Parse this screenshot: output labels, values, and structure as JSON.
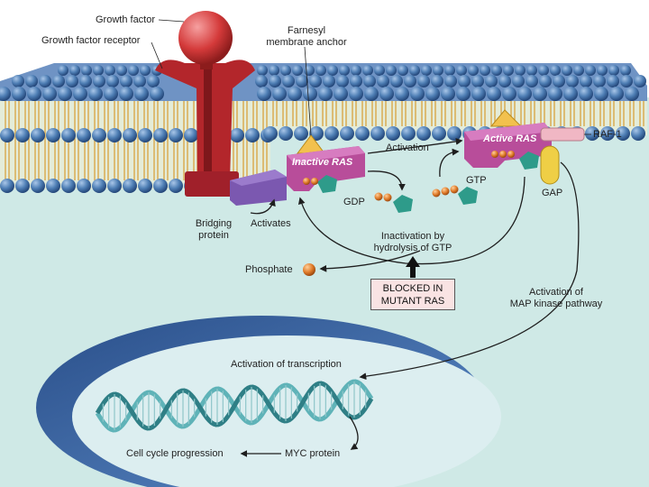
{
  "labels": {
    "growth_factor": "Growth factor",
    "growth_factor_receptor": "Growth factor receptor",
    "farnesyl_line1": "Farnesyl",
    "farnesyl_line2": "membrane anchor",
    "inactive_ras": "Inactive RAS",
    "active_ras": "Active RAS",
    "raf1": "RAF-1",
    "activation": "Activation",
    "gtp": "GTP",
    "gdp": "GDP",
    "gap": "GAP",
    "bridging_line1": "Bridging",
    "bridging_line2": "protein",
    "activates": "Activates",
    "inactivation_line1": "Inactivation by",
    "inactivation_line2": "hydrolysis of GTP",
    "phosphate": "Phosphate",
    "blocked_line1": "BLOCKED IN",
    "blocked_line2": "MUTANT RAS",
    "map_line1": "Activation of",
    "map_line2": "MAP kinase pathway",
    "activation_transcription": "Activation of transcription",
    "cell_cycle": "Cell cycle progression",
    "myc": "MYC protein"
  },
  "colors": {
    "cytoplasm": "#cfe9e6",
    "nucleus_fill": "#dceef0",
    "nucleus_rim": "#3f6aa8",
    "lipid_head": "#4f7fb5",
    "lipid_tail": "#d9a84a",
    "receptor": "#b3262b",
    "growth_factor": "#d43a3a",
    "ras": "#b84d9a",
    "raf": "#f0b7c4",
    "gap": "#efcf46",
    "bridging": "#7b58b0",
    "guanine": "#2e9b8a",
    "phosphate": "#e07b2a",
    "dna": "#5fb3b8"
  }
}
